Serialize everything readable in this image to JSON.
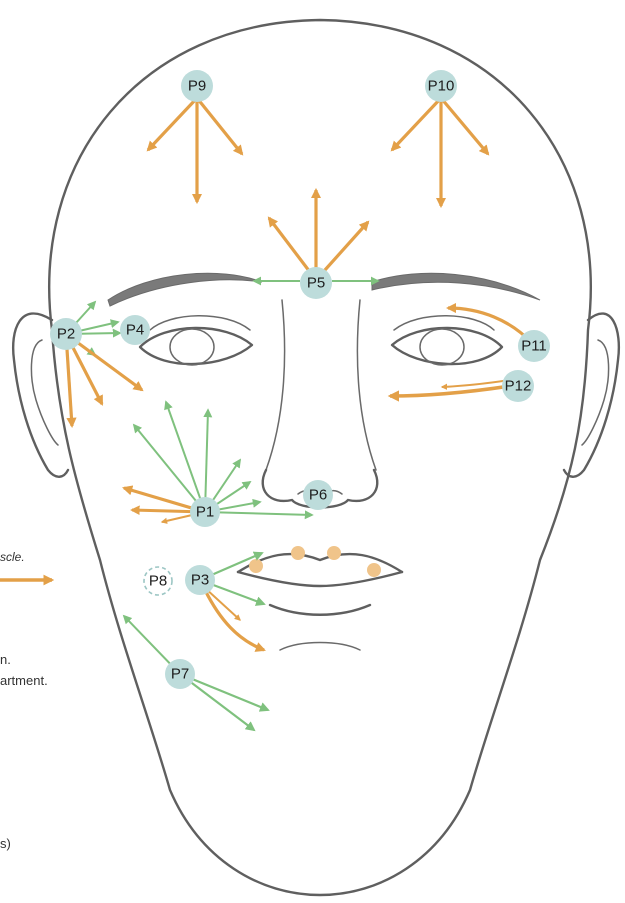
{
  "colors": {
    "orange": "#e3a048",
    "green": "#7fc17e",
    "point": "#bddcdb",
    "lip_dot": "#f0c48a"
  },
  "legend": {
    "muscle_label": "scle.",
    "line_a": "n.",
    "line_b": "artment.",
    "line_c": "s)"
  },
  "points": [
    {
      "id": "P1",
      "label": "P1"
    },
    {
      "id": "P2",
      "label": "P2"
    },
    {
      "id": "P3",
      "label": "P3"
    },
    {
      "id": "P4",
      "label": "P4"
    },
    {
      "id": "P5",
      "label": "P5"
    },
    {
      "id": "P6",
      "label": "P6"
    },
    {
      "id": "P7",
      "label": "P7"
    },
    {
      "id": "P8",
      "label": "P8",
      "style": "dashed"
    },
    {
      "id": "P9",
      "label": "P9"
    },
    {
      "id": "P10",
      "label": "P10"
    },
    {
      "id": "P11",
      "label": "P11"
    },
    {
      "id": "P12",
      "label": "P12"
    }
  ]
}
